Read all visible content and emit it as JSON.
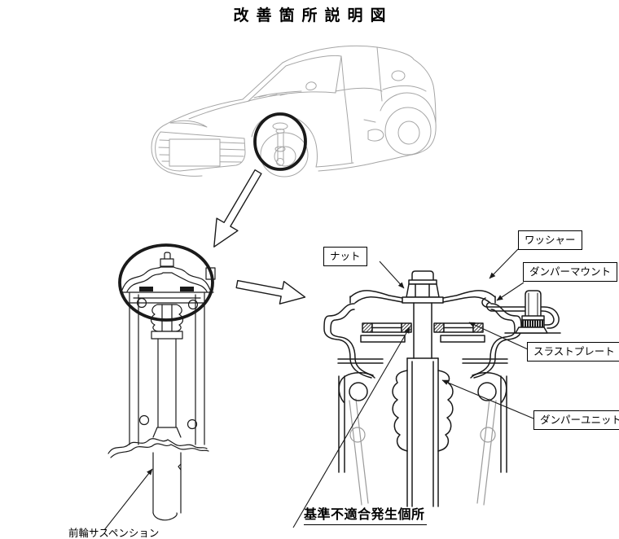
{
  "title": "改善箇所説明図",
  "labels": {
    "nut": "ナット",
    "washer": "ワッシャー",
    "damper_mount": "ダンパーマウント",
    "thrust_plate": "スラストプレート",
    "damper_unit": "ダンパーユニット",
    "defect_location": "基準不適合発生個所",
    "front_suspension": "前輪サスペンション"
  },
  "colors": {
    "line": "#1a1a1a",
    "car_line": "#a6a6a6",
    "spring_line": "#9b9b9b",
    "background": "#ffffff"
  }
}
